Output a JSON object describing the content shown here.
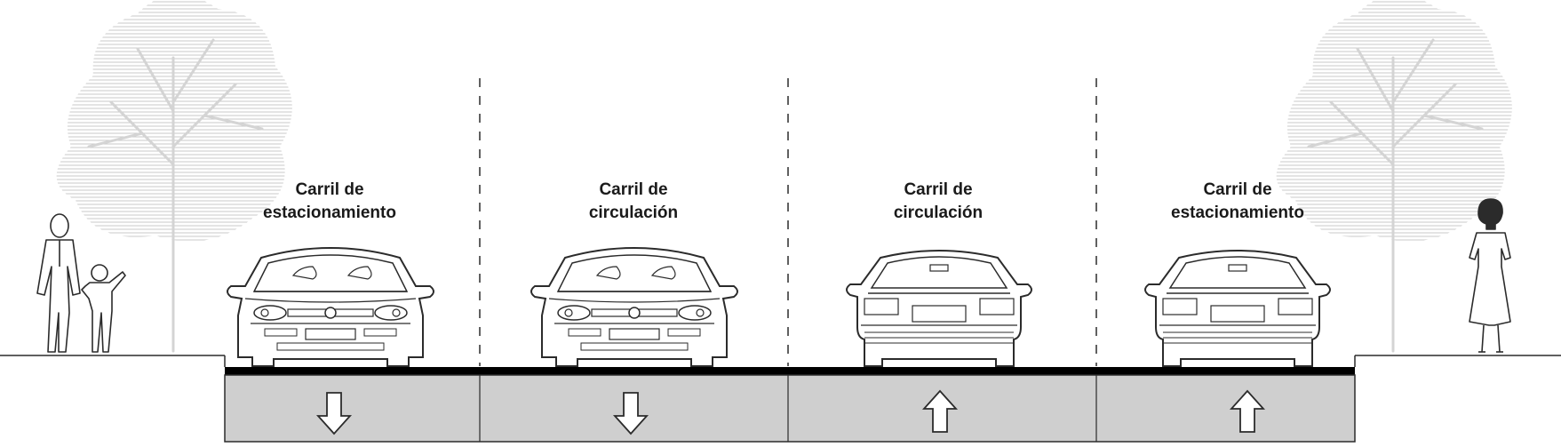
{
  "colors": {
    "road_surface": "#cfcfcf",
    "asphalt_edge": "#000000",
    "line": "#2b2b2b",
    "tree": "#d9d9d9",
    "background": "#ffffff"
  },
  "lanes": [
    {
      "line1": "Carril de",
      "line2": "estacionamiento",
      "direction": "down",
      "car_view": "front",
      "arrow_icon": "arrow-down-icon"
    },
    {
      "line1": "Carril de",
      "line2": "circulación",
      "direction": "down",
      "car_view": "front",
      "arrow_icon": "arrow-down-icon"
    },
    {
      "line1": "Carril de",
      "line2": "circulación",
      "direction": "up",
      "car_view": "rear",
      "arrow_icon": "arrow-up-icon"
    },
    {
      "line1": "Carril de",
      "line2": "estacionamiento",
      "direction": "up",
      "car_view": "rear",
      "arrow_icon": "arrow-up-icon"
    }
  ],
  "icons": [
    "tree-icon",
    "pedestrian-adult-icon",
    "pedestrian-child-icon",
    "pedestrian-woman-icon",
    "car-front-icon",
    "car-rear-icon",
    "arrow-down-icon",
    "arrow-up-icon"
  ]
}
